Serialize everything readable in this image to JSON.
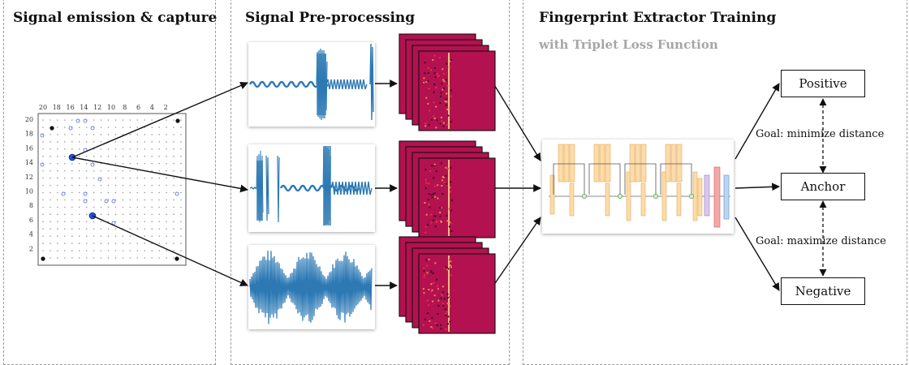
{
  "panels": {
    "capture": {
      "title": "Signal emission & capture"
    },
    "preprocess": {
      "title": "Signal Pre-processing"
    },
    "training": {
      "title": "Fingerprint Extractor Training",
      "subtitle": "with Triplet Loss Function"
    }
  },
  "grid": {
    "x_ticks": [
      "20",
      "18",
      "16",
      "14",
      "12",
      "10",
      "8",
      "6",
      "4",
      "2"
    ],
    "y_ticks": [
      "20",
      "18",
      "16",
      "14",
      "12",
      "10",
      "8",
      "6",
      "4",
      "2"
    ]
  },
  "outputs": {
    "positive": "Positive",
    "anchor": "Anchor",
    "negative": "Negative"
  },
  "goals": {
    "minimize": "Goal: minimize distance",
    "maximize": "Goal: maximize distance"
  },
  "colors": {
    "signal": "#2c79b4",
    "spectrogram": "#b3114f",
    "node": "#2255dd",
    "panel_border": "#9a9a9a"
  }
}
